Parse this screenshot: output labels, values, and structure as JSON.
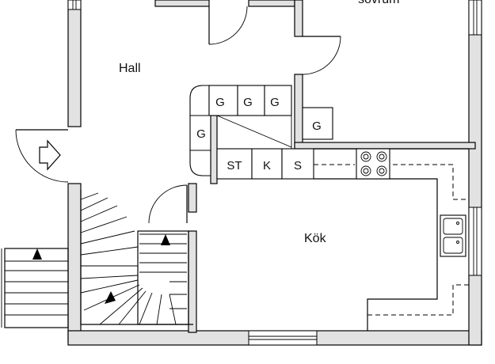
{
  "rooms": {
    "hall": "Hall",
    "kitchen": "Kök",
    "bedroom_partial": "sovrum"
  },
  "cabinets": {
    "wardrobe_1": "G",
    "wardrobe_2": "G",
    "wardrobe_3": "G",
    "wardrobe_4": "G",
    "wardrobe_5": "G",
    "fridge": "ST",
    "freezer": "K",
    "dishwasher": "S"
  },
  "colors": {
    "wall_fill": "#e2e2e2",
    "line": "#000000",
    "background": "#ffffff"
  }
}
